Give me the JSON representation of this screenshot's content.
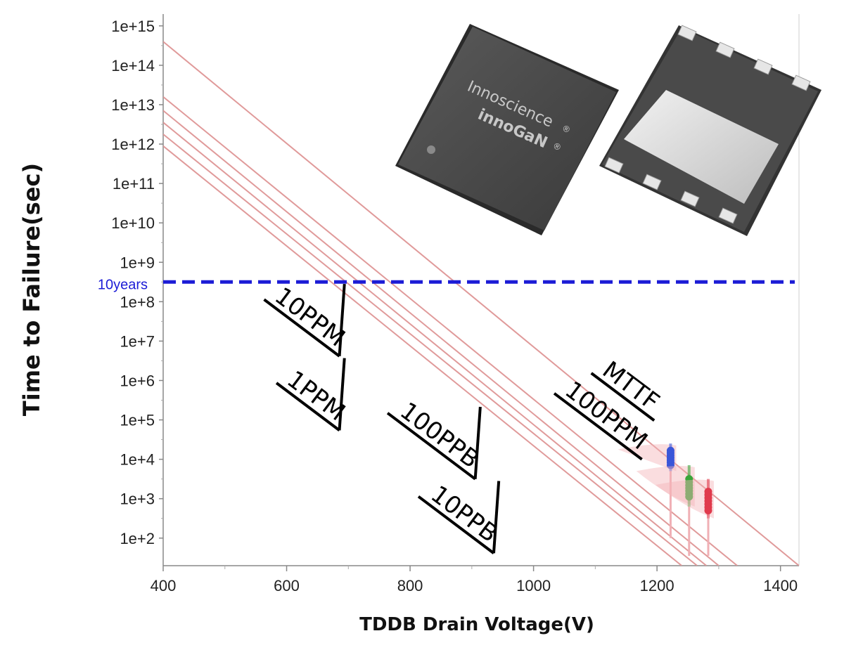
{
  "chart_data": {
    "type": "line",
    "xlabel": "TDDB Drain Voltage(V)",
    "ylabel": "Time to Failure(sec)",
    "xlim": [
      400,
      1430
    ],
    "ylim_log10": [
      1.3,
      15.3
    ],
    "y_scale": "log",
    "x_ticks": [
      400,
      600,
      800,
      1000,
      1200,
      1400
    ],
    "x_tick_labels": [
      "400",
      "600",
      "800",
      "1000",
      "1200",
      "1400"
    ],
    "y_ticks_log10": [
      2,
      3,
      4,
      5,
      6,
      7,
      8,
      9,
      10,
      11,
      12,
      13,
      14,
      15
    ],
    "y_tick_labels": [
      "1e+2",
      "1e+3",
      "1e+4",
      "1e+5",
      "1e+6",
      "1e+7",
      "1e+8",
      "1e+9",
      "1e+10",
      "1e+11",
      "1e+12",
      "1e+13",
      "1e+14",
      "1e+15"
    ],
    "grid": false,
    "line_color": "#e09a9a",
    "series": [
      {
        "name": "MTTF",
        "log10_y_at_400": 14.6,
        "x_end": 1430,
        "log10_y_end": 1.3
      },
      {
        "name": "100PPM",
        "log10_y_at_400": 13.2,
        "x_end": 1330,
        "log10_y_end": 1.3
      },
      {
        "name": "",
        "log10_y_at_400": 12.85,
        "x_end": 1300,
        "log10_y_end": 1.3
      },
      {
        "name": "",
        "log10_y_at_400": 12.55,
        "x_end": 1280,
        "log10_y_end": 1.3
      },
      {
        "name": "",
        "log10_y_at_400": 12.25,
        "x_end": 1265,
        "log10_y_end": 1.3
      },
      {
        "name": "",
        "log10_y_at_400": 11.95,
        "x_end": 1240,
        "log10_y_end": 1.3
      }
    ],
    "reference_line": {
      "label": "10years",
      "log10_y": 8.5,
      "color": "#1c1cd6",
      "style": "dashed"
    },
    "annotations": [
      {
        "text": "MTTF",
        "x": 1150,
        "log10_y": 5.7,
        "bracket": "none"
      },
      {
        "text": "100PPM",
        "x": 1110,
        "log10_y": 4.95,
        "bracket": "none"
      },
      {
        "text": "10PPM",
        "x": 630,
        "log10_y": 7.45,
        "bracket": "right"
      },
      {
        "text": "1PPM",
        "x": 640,
        "log10_y": 5.45,
        "bracket": "right"
      },
      {
        "text": "100PPB",
        "x": 840,
        "log10_y": 4.45,
        "bracket": "right"
      },
      {
        "text": "10PPB",
        "x": 880,
        "log10_y": 2.45,
        "bracket": "right"
      }
    ],
    "data_points": [
      {
        "color": "#3a56d8",
        "x": 1222,
        "log10_y": [
          3.85,
          3.92,
          3.98,
          4.04,
          4.1,
          4.16,
          4.22
        ],
        "range_log10": [
          4.4,
          3.7
        ],
        "stem_to_log10": 2.0
      },
      {
        "color": "#3aa63a",
        "x": 1252,
        "log10_y": [
          3.05,
          3.12,
          3.2,
          3.27,
          3.34,
          3.42,
          3.5
        ],
        "range_log10": [
          3.85,
          2.8
        ],
        "stem_to_log10": 1.55
      },
      {
        "color": "#e03a4c",
        "x": 1283,
        "log10_y": [
          2.7,
          2.78,
          2.86,
          2.94,
          3.02,
          3.1,
          3.18
        ],
        "range_log10": [
          3.5,
          2.5
        ],
        "stem_to_log10": 1.55
      }
    ]
  },
  "product": {
    "brand_text": "Innoscience",
    "model_text": "innoGaN",
    "registered_mark": "®"
  }
}
